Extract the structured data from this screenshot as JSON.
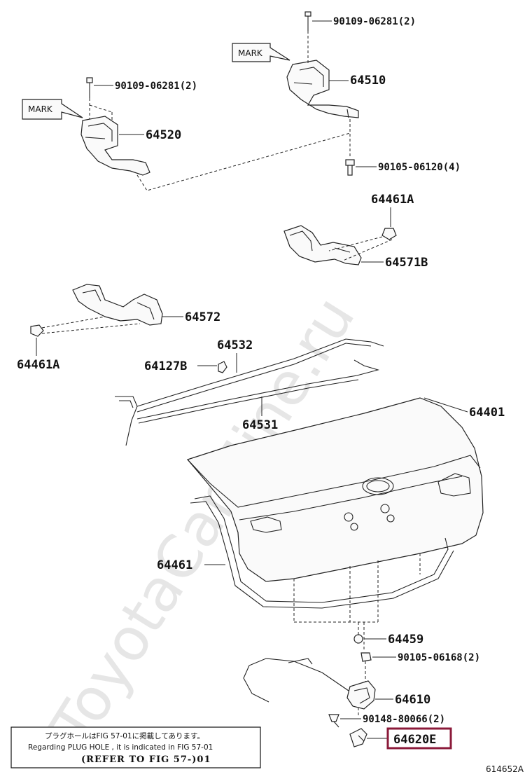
{
  "watermark": "ToyotaCarMine.ru",
  "diagram_id": "614652A",
  "mark_labels": [
    "MARK",
    "MARK"
  ],
  "callouts": {
    "bolt_top": "90109-06281(2)",
    "hinge_r": "64510",
    "bolt_left": "90109-06281(2)",
    "hinge_l": "64520",
    "bolt_hinge": "90105-06120(4)",
    "clip_r": "64461A",
    "trim_r": "64571B",
    "trim_l": "64572",
    "clip_l": "64461A",
    "rod": "64532",
    "clamp": "64127B",
    "rod_2": "64531",
    "lid": "64401",
    "weatherstrip": "64461",
    "cushion": "64459",
    "bolt_lock": "90105-06168(2)",
    "lock": "64610",
    "screw": "90148-80066(2)",
    "cover": "64620E"
  },
  "note": {
    "jp": "プラグホールはFIG 57-01に掲載してあります。",
    "en": "Regarding PLUG HOLE , it is indicated in FIG 57-01",
    "ref": "(REFER TO FIG 57-)01"
  },
  "colors": {
    "highlight": "#8b1a3a",
    "ink": "#222222",
    "watermark": "#e6e6e6"
  }
}
